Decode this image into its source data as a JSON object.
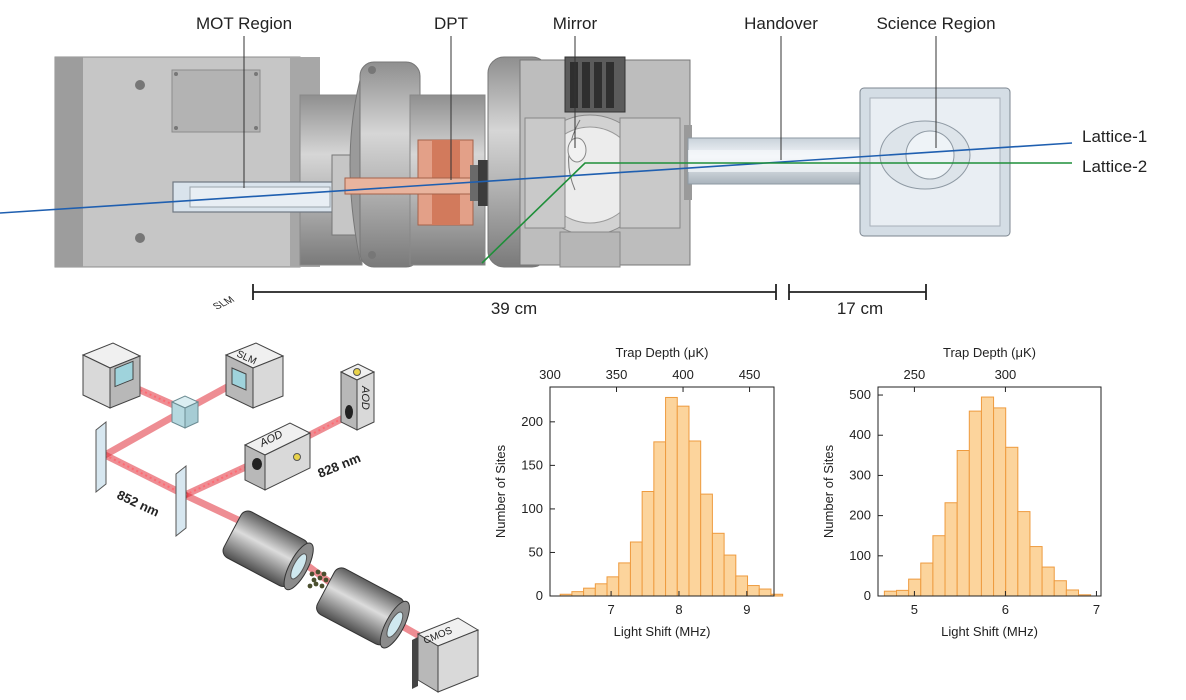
{
  "apparatus": {
    "labels": {
      "mot": "MOT Region",
      "dpt": "DPT",
      "mirror": "Mirror",
      "handover": "Handover",
      "science": "Science Region",
      "lattice1": "Lattice-1",
      "lattice2": "Lattice-2"
    },
    "scales": [
      {
        "label": "39 cm"
      },
      {
        "label": "17 cm"
      }
    ],
    "colors": {
      "lattice1": "#1f5fb0",
      "lattice2": "#1f8f3a",
      "copper": "#d8876a",
      "steel": "#b9b9b9",
      "glass": "#dbe4ec"
    }
  },
  "optics": {
    "labels": {
      "slm_a": "SLM",
      "slm_b": "SLM",
      "aod_a": "AOD",
      "aod_b": "AOD",
      "cmos": "CMOS",
      "wl_852": "852 nm",
      "wl_828": "828 nm"
    },
    "colors": {
      "beam": "#e0303a"
    }
  },
  "chart_data": [
    {
      "type": "bar",
      "title": "",
      "xlabel": "Light Shift (MHz)",
      "ylabel": "Number of Sites",
      "x2label": "Trap Depth (μK)",
      "xlim": [
        6.1,
        9.4
      ],
      "ylim": [
        0,
        240
      ],
      "xticks": [
        7,
        8,
        9
      ],
      "yticks": [
        0,
        50,
        100,
        150,
        200
      ],
      "x2ticks": [
        {
          "label": "300",
          "at": 6.1
        },
        {
          "label": "350",
          "at": 7.08
        },
        {
          "label": "400",
          "at": 8.06
        },
        {
          "label": "450",
          "at": 9.04
        }
      ],
      "bin_width": 0.1725,
      "bin_start": 6.25,
      "values": [
        2,
        5,
        9,
        14,
        22,
        38,
        62,
        120,
        177,
        228,
        218,
        178,
        117,
        72,
        47,
        23,
        12,
        8,
        2
      ],
      "bar_color": "#fcd49c",
      "edge_color": "#ee9b3f"
    },
    {
      "type": "bar",
      "title": "",
      "xlabel": "Light Shift (MHz)",
      "ylabel": "Number of Sites",
      "x2label": "Trap Depth (μK)",
      "xlim": [
        4.6,
        7.05
      ],
      "ylim": [
        0,
        520
      ],
      "xticks": [
        5,
        6,
        7
      ],
      "yticks": [
        0,
        100,
        200,
        300,
        400,
        500
      ],
      "x2ticks": [
        {
          "label": "250",
          "at": 5.0
        },
        {
          "label": "300",
          "at": 6.0
        }
      ],
      "bin_width": 0.1333,
      "bin_start": 4.67,
      "values": [
        12,
        14,
        42,
        82,
        150,
        232,
        362,
        460,
        495,
        468,
        370,
        210,
        123,
        72,
        38,
        15,
        3
      ],
      "bar_color": "#fcd49c",
      "edge_color": "#ee9b3f"
    }
  ]
}
